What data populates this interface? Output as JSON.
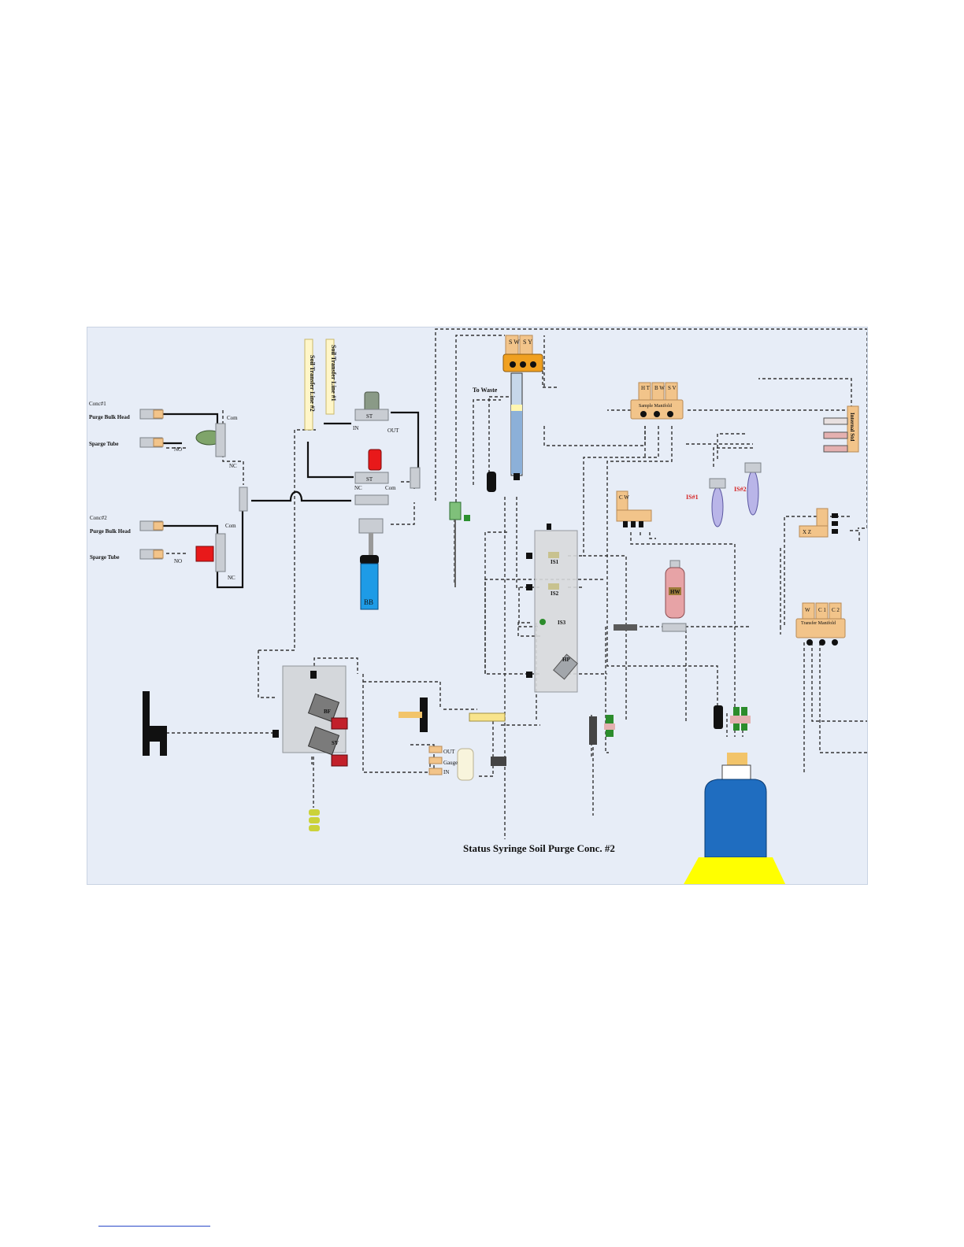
{
  "diagram": {
    "title": "Status Syringe Soil Purge Conc. #2",
    "conc1": {
      "label": "Conc#1",
      "bulkhead": "Purge Bulk Head",
      "sparge": "Sparge Tube",
      "com": "Com",
      "no": "NO",
      "nc": "NC"
    },
    "conc2": {
      "label": "Conc#2",
      "bulkhead": "Purge Bulk Head",
      "sparge": "Sparge Tube",
      "com": "Com",
      "no": "NO",
      "nc": "NC"
    },
    "transfer_lines": {
      "line1": "Soil Transfer Line #1",
      "line2": "Soil Transfer Line #2"
    },
    "valve_st1": {
      "label": "ST",
      "in": "IN",
      "out": "OUT"
    },
    "valve_st2": {
      "label": "ST",
      "nc": "NC",
      "com": "Com"
    },
    "syringe_valve": {
      "sw": "S W",
      "sy": "S Y",
      "to_waste": "To Waste"
    },
    "sample_manifold": {
      "cols": [
        "H T",
        "B W",
        "S V"
      ],
      "label": "Sample Manifold"
    },
    "internal_std": {
      "label": "Internal Std",
      "is1": "IS#1",
      "is2": "IS#2"
    },
    "cw_block": {
      "label": "C W"
    },
    "xz_block": {
      "label": "X Z"
    },
    "block_labels": {
      "is1": "IS1",
      "is2": "IS2",
      "is3": "IS3",
      "hp": "HP"
    },
    "hw_label": "HW",
    "transfer_manifold": {
      "cols": [
        "W",
        "C 1",
        "C 2"
      ],
      "label": "Transfer Manifold"
    },
    "valve_block": {
      "bf": "BF",
      "sv": "SV"
    },
    "pump": {
      "out": "OUT",
      "gauge": "Gauge",
      "in": "IN"
    },
    "bottle_label": "BB"
  },
  "colors": {
    "background": "#e7edf7",
    "valve_red": "#e8191a",
    "valve_green": "#7fa46a",
    "tan": "#f2c48a",
    "bottle_blue": "#1f6dc0",
    "bottle_base": "#ffff00",
    "hw_tank": "#e7a3a6"
  }
}
